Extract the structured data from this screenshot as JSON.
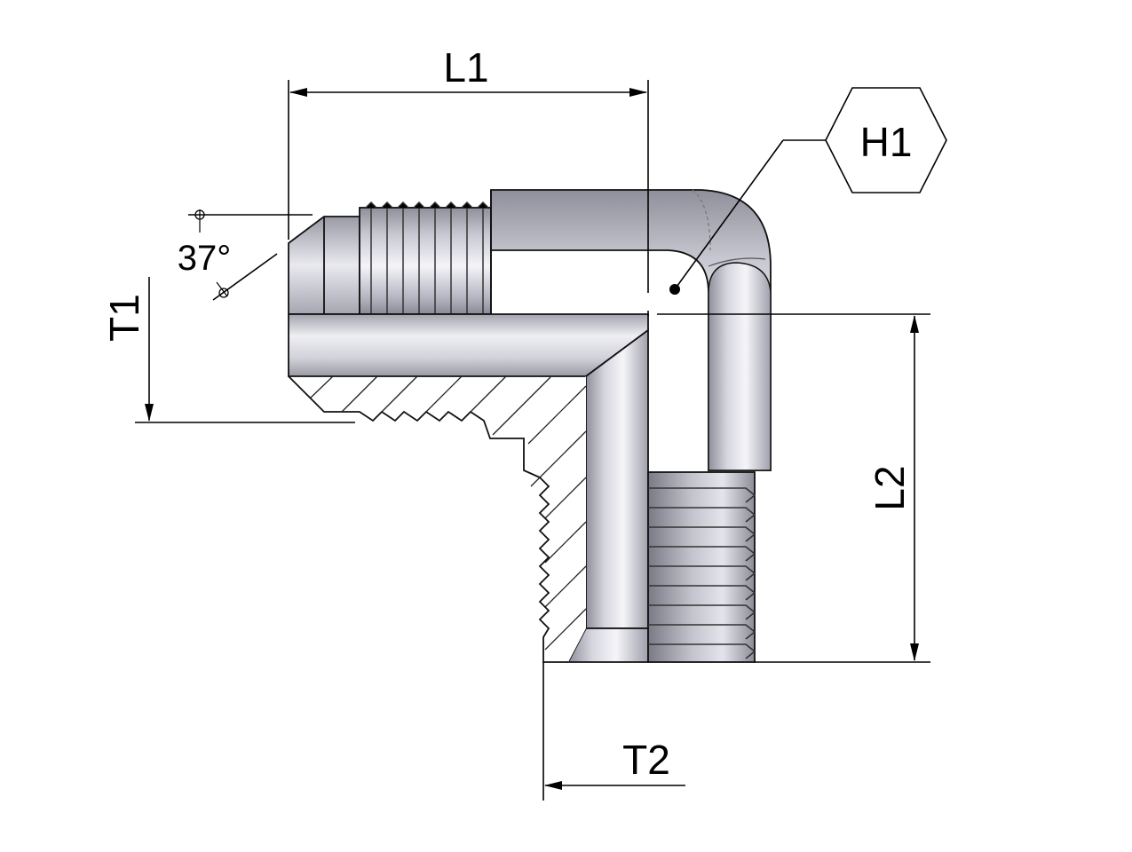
{
  "diagram": {
    "title": "90° elbow fitting — JIC 37° male x NPT male",
    "labels": {
      "L1": "L1",
      "L2": "L2",
      "T1": "T1",
      "T2": "T2",
      "H1": "H1",
      "angle": "37°"
    },
    "colors": {
      "steel_light": "#f2f2f6",
      "steel_mid": "#c9c9d3",
      "steel_dark": "#8e8e9a",
      "ink": "#000000"
    }
  }
}
